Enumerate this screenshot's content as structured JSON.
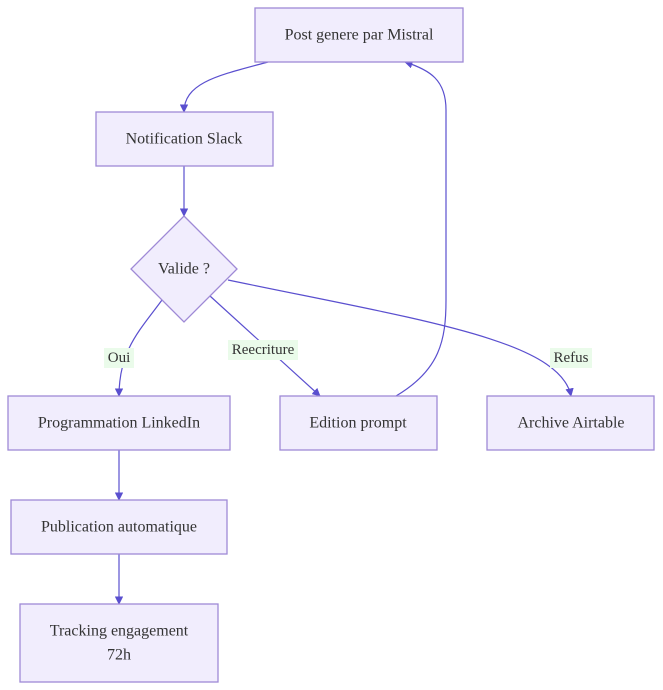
{
  "colors": {
    "node_fill": "#f1edfd",
    "node_stroke": "#9f8ad6",
    "edge": "#5a4fcf",
    "edge_label_bg": "#eafbea",
    "text": "#333333"
  },
  "nodes": {
    "post": "Post genere par Mistral",
    "slack": "Notification Slack",
    "valide": "Valide ?",
    "programmation": "Programmation LinkedIn",
    "edition": "Edition prompt",
    "archive": "Archive Airtable",
    "publication": "Publication automatique",
    "tracking_line1": "Tracking engagement",
    "tracking_line2": "72h"
  },
  "edges": {
    "oui": "Oui",
    "reecriture": "Reecriture",
    "refus": "Refus"
  }
}
